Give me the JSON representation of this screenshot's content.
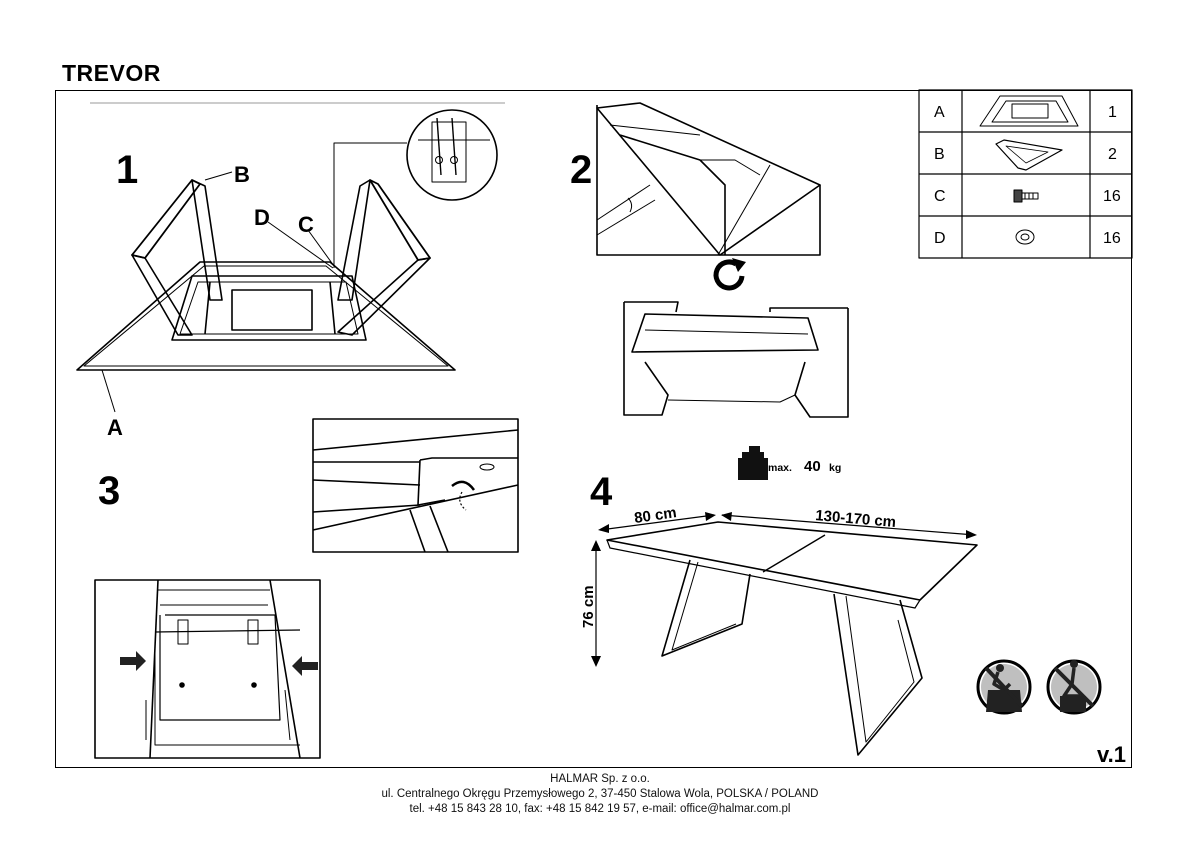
{
  "title": "TREVOR",
  "steps": {
    "s1": "1",
    "s2": "2",
    "s3": "3",
    "s4": "4"
  },
  "callouts": {
    "A": "A",
    "B": "B",
    "C": "C",
    "D": "D"
  },
  "parts_table": {
    "rows": [
      {
        "letter": "A",
        "qty": "1",
        "icon": "tabletop-frame-icon"
      },
      {
        "letter": "B",
        "qty": "2",
        "icon": "leg-frame-icon"
      },
      {
        "letter": "C",
        "qty": "16",
        "icon": "bolt-icon"
      },
      {
        "letter": "D",
        "qty": "16",
        "icon": "washer-icon"
      }
    ]
  },
  "load": {
    "prefix": "max.",
    "value": "40",
    "unit": "kg"
  },
  "dimensions": {
    "depth": "80 cm",
    "length": "130-170 cm",
    "height": "76 cm"
  },
  "version": "v.1",
  "footer": {
    "company": "HALMAR Sp. z o.o.",
    "address": "ul. Centralnego Okręgu Przemysłowego 2, 37-450 Stalowa Wola, POLSKA / POLAND",
    "contact": "tel. +48 15 843 28 10, fax: +48 15 842 19 57, e-mail: office@halmar.com.pl"
  },
  "icons": [
    "rotate-arrow-icon",
    "weight-icon",
    "no-standing-on-table-icon",
    "no-climbing-icon"
  ]
}
